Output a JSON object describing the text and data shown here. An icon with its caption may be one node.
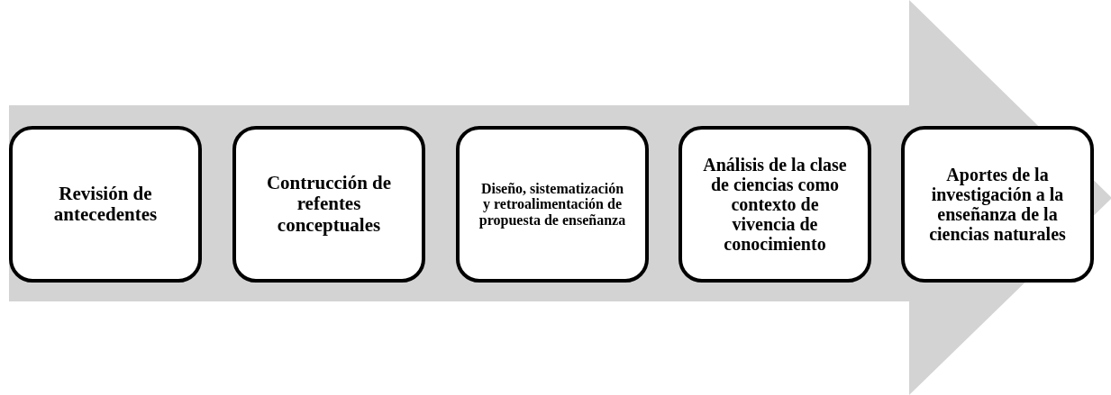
{
  "diagram": {
    "nodes": [
      {
        "text": [
          "Revisión de antecedentes"
        ]
      },
      {
        "text": [
          "Contrucción de refentes conceptuales"
        ]
      },
      {
        "text": [
          "Diseño, sistematización y retroalimentación de propuesta de enseñanza"
        ]
      },
      {
        "text": [
          "Análisis de la clase de ciencias como contexto de vivencia de conocimiento"
        ]
      },
      {
        "text": [
          "Aportes de la investigación a la enseñanza de la ciencias naturales"
        ]
      }
    ],
    "edges": [
      {
        "from": 0,
        "to": 4,
        "arrow": "to"
      }
    ]
  }
}
